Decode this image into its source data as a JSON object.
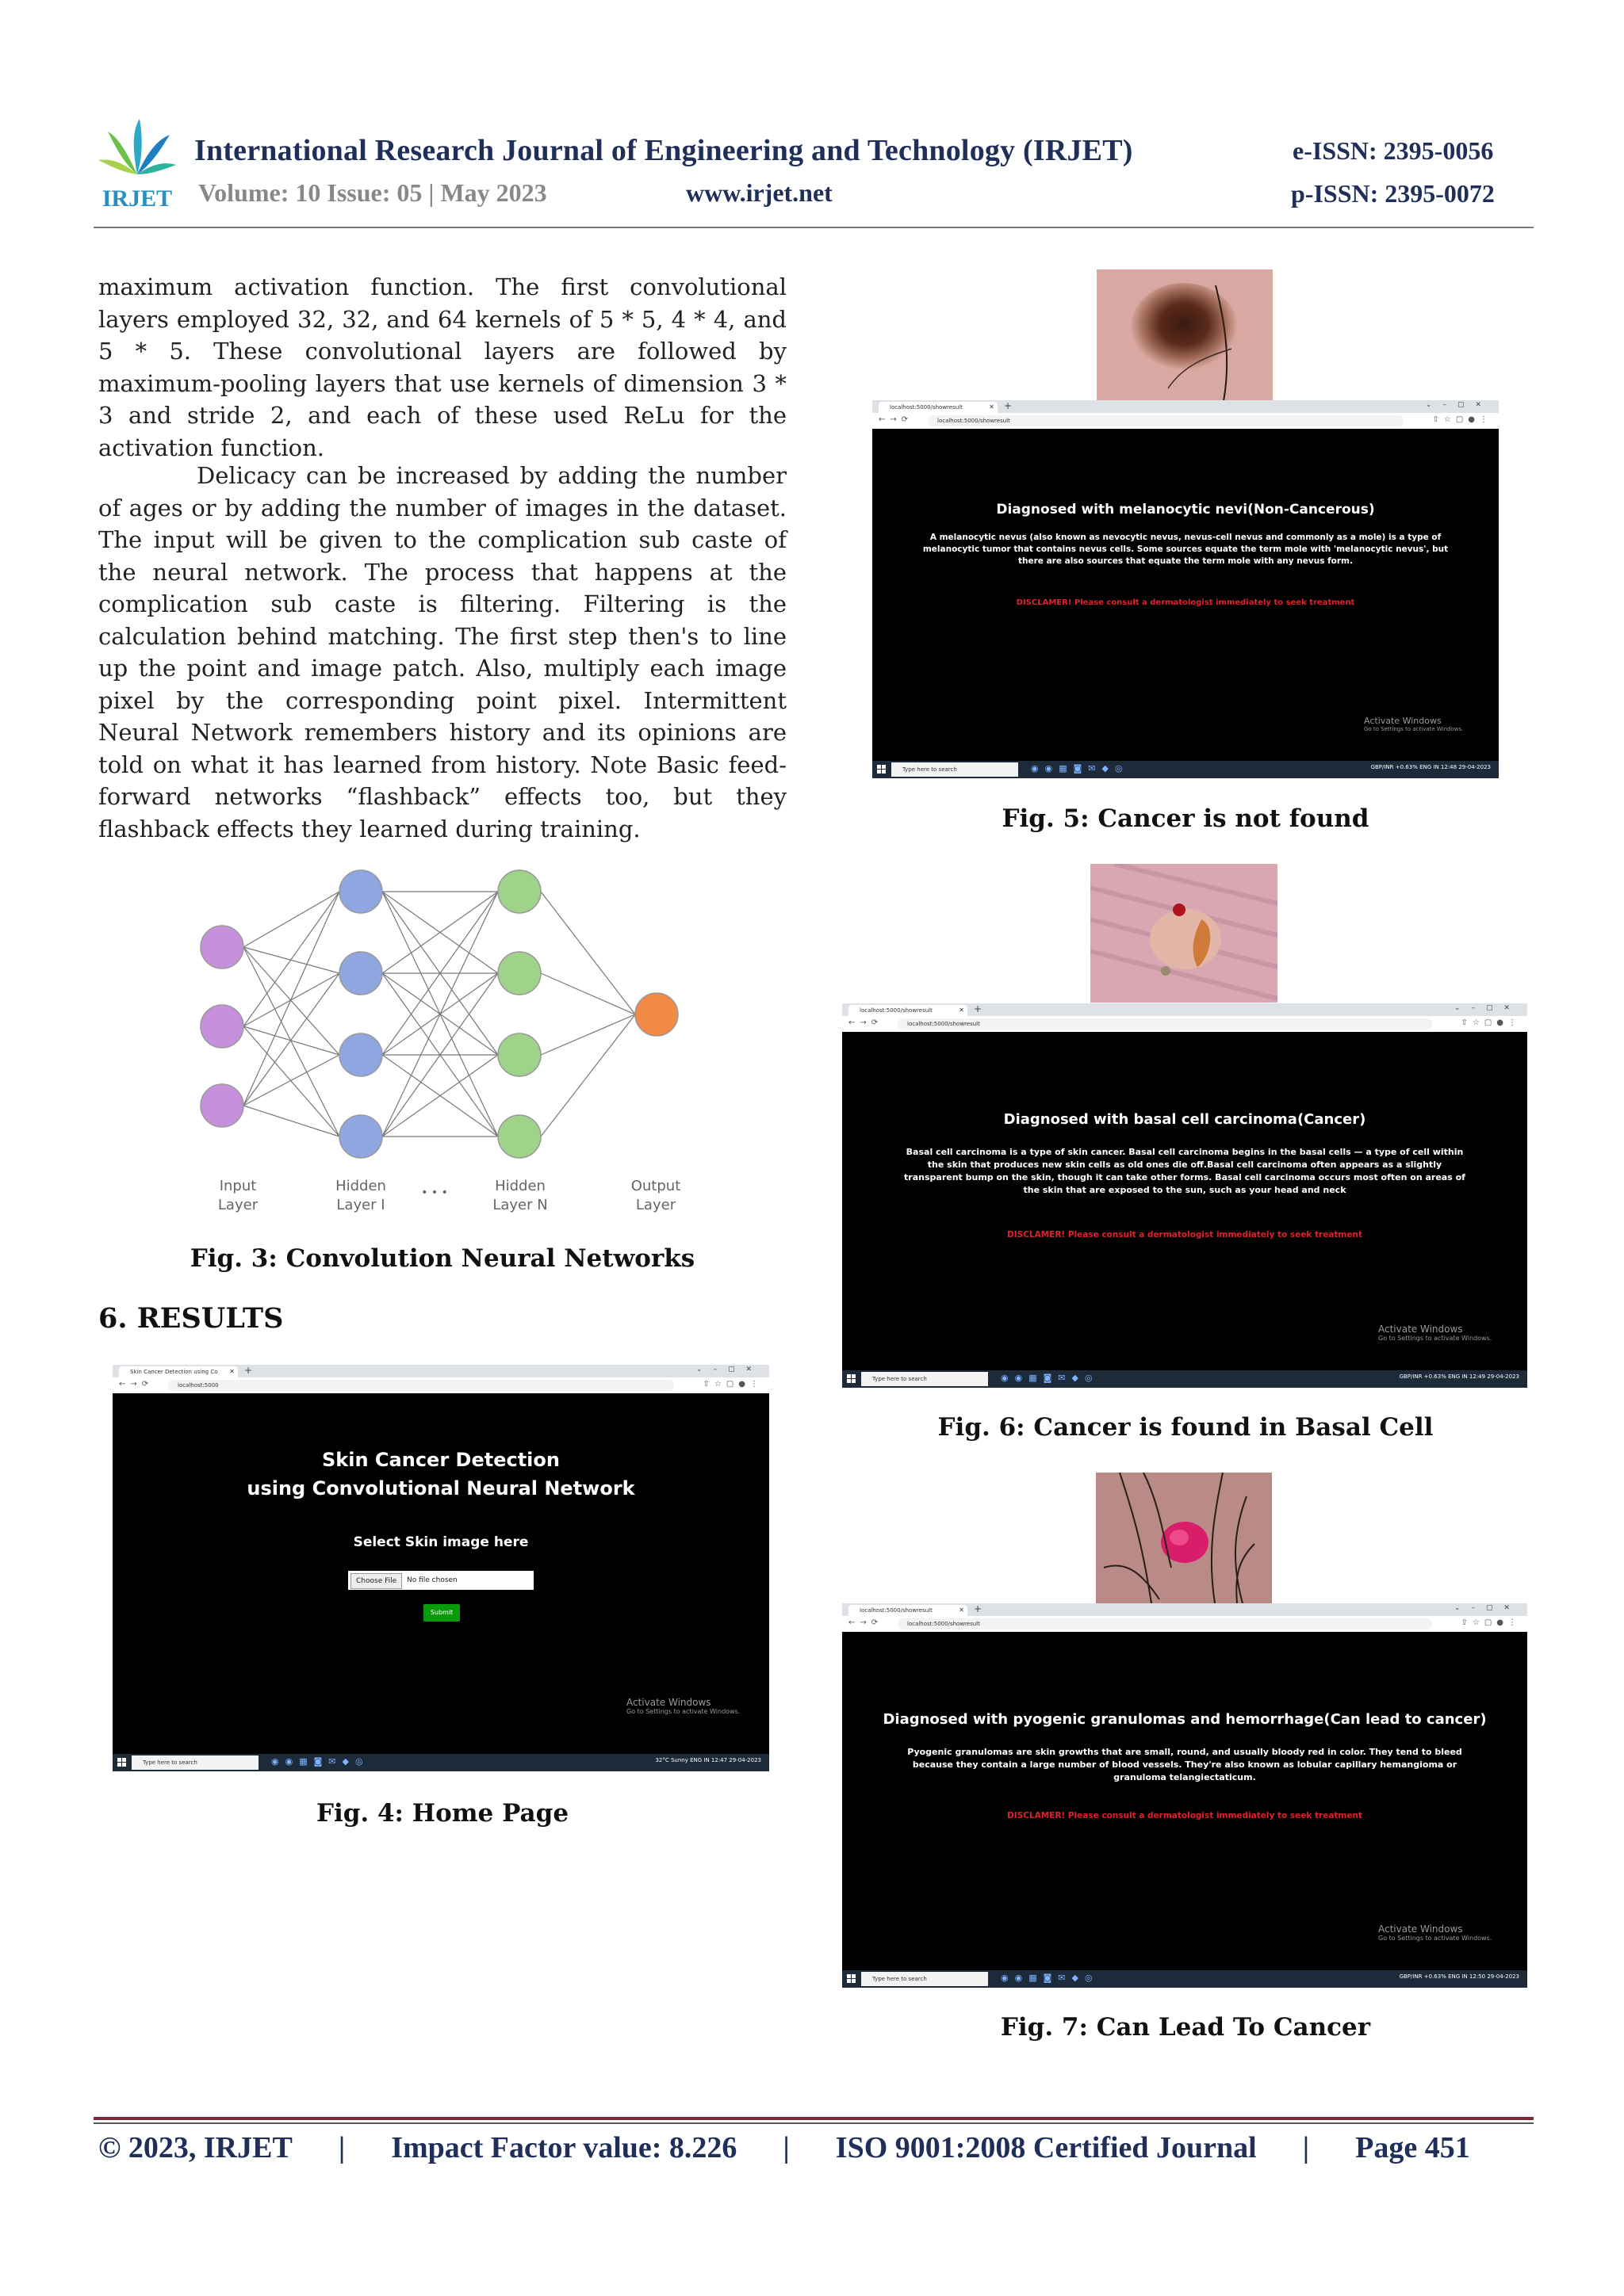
{
  "header": {
    "logo_text": "IRJET",
    "journal_title": "International Research Journal of Engineering and Technology (IRJET)",
    "volume": "Volume: 10 Issue: 05 | May 2023",
    "website": "www.irjet.net",
    "eissn": "e-ISSN: 2395-0056",
    "pissn": "p-ISSN: 2395-0072"
  },
  "body": {
    "paragraph1": "maximum activation function. The first convolutional layers employed 32, 32, and 64 kernels of 5 * 5, 4 * 4, and 5 * 5. These convolutional layers are followed by maximum-pooling layers that use kernels of dimension 3 * 3 and stride 2, and each of these used ReLu for the activation function.",
    "paragraph2": "Delicacy can be increased by adding the number of ages or by adding the number of images in the dataset. The input will be given to the complication sub caste of the neural network. The process that happens at the complication sub caste is filtering. Filtering is the calculation behind matching. The first step then's to line up the point and image patch. Also, multiply each image pixel by the corresponding point pixel. Intermittent Neural Network remembers history and its opinions are told on what it has learned from history. Note Basic feed-forward networks “flashback” effects too, but they flashback effects they learned during training.",
    "section_heading": "6. RESULTS"
  },
  "figure3": {
    "caption": "Fig. 3: Convolution Neural Networks",
    "labels": {
      "input": [
        "Input",
        "Layer"
      ],
      "hidden1": [
        "Hidden",
        "Layer I"
      ],
      "dots": "• • •",
      "hiddenN": [
        "Hidden",
        "Layer N"
      ],
      "output": [
        "Output",
        "Layer"
      ]
    },
    "colors": {
      "input": "#c690dc",
      "hidden1": "#8fa6e0",
      "hiddenN": "#9fd38a",
      "output": "#f08a45"
    }
  },
  "figure4": {
    "caption": "Fig. 4: Home Page",
    "tab_label": "Skin Cancer Detection using Co",
    "url": "localhost:5000",
    "title_line1": "Skin Cancer Detection",
    "title_line2": "using Convolutional Neural Network",
    "select_label": "Select Skin image here",
    "choose_file": "Choose File",
    "no_file": "No file chosen",
    "submit": "Submit",
    "activate_title": "Activate Windows",
    "activate_sub": "Go to Settings to activate Windows.",
    "taskbar_search": "Type here to search",
    "taskbar_right": "32°C Sunny  ENG IN  12:47  29-04-2023"
  },
  "figure5": {
    "caption": "Fig. 5: Cancer is not found",
    "tab_label": "localhost:5000/showresult",
    "url": "localhost:5000/showresult",
    "diagnosis": "Diagnosed with melanocytic nevi(Non-Cancerous)",
    "description": "A melanocytic nevus (also known as nevocytic nevus, nevus-cell nevus and commonly as a mole) is a type of melanocytic tumor that contains nevus cells. Some sources equate the term mole with 'melanocytic nevus', but there are also sources that equate the term mole with any nevus form.",
    "disclaimer": "DISCLAMER! Please consult a dermatologist immediately to seek treatment",
    "activate_title": "Activate Windows",
    "activate_sub": "Go to Settings to activate Windows.",
    "taskbar_search": "Type here to search",
    "taskbar_right": "GBP/INR +0.63%  ENG IN  12:48  29-04-2023"
  },
  "figure6": {
    "caption": "Fig. 6: Cancer is found in Basal Cell",
    "tab_label": "localhost:5000/showresult",
    "url": "localhost:5000/showresult",
    "diagnosis": "Diagnosed with basal cell carcinoma(Cancer)",
    "description": "Basal cell carcinoma is a type of skin cancer. Basal cell carcinoma begins in the basal cells — a type of cell within the skin that produces new skin cells as old ones die off.Basal cell carcinoma often appears as a slightly transparent bump on the skin, though it can take other forms. Basal cell carcinoma occurs most often on areas of the skin that are exposed to the sun, such as your head and neck",
    "disclaimer": "DISCLAMER! Please consult a dermatologist immediately to seek treatment",
    "activate_title": "Activate Windows",
    "activate_sub": "Go to Settings to activate Windows.",
    "taskbar_search": "Type here to search",
    "taskbar_right": "GBP/INR +0.63%  ENG IN  12:49  29-04-2023"
  },
  "figure7": {
    "caption": "Fig. 7: Can Lead To Cancer",
    "tab_label": "localhost:5000/showresult",
    "url": "localhost:5000/showresult",
    "diagnosis": "Diagnosed with pyogenic granulomas and hemorrhage(Can lead to cancer)",
    "description": "Pyogenic granulomas are skin growths that are small, round, and usually bloody red in color. They tend to bleed because they contain a large number of blood vessels. They're also known as lobular capillary hemangioma or granuloma telangiectaticum.",
    "disclaimer": "DISCLAMER! Please consult a dermatologist immediately to seek treatment",
    "activate_title": "Activate Windows",
    "activate_sub": "Go to Settings to activate Windows.",
    "taskbar_search": "Type here to search",
    "taskbar_right": "GBP/INR +0.63%  ENG IN  12:50  29-04-2023"
  },
  "footer": {
    "copyright": "© 2023, IRJET",
    "sep": "|",
    "impact": "Impact Factor value: 8.226",
    "iso": "ISO 9001:2008 Certified Journal",
    "page": "Page 451"
  }
}
